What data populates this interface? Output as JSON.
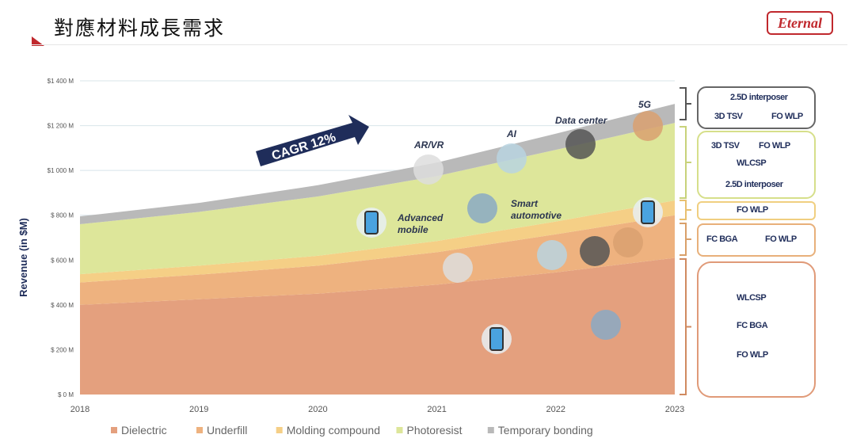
{
  "title": "對應材料成長需求",
  "logo": "Eternal",
  "chart_data": {
    "type": "area",
    "stacked": true,
    "x": [
      2018,
      2019,
      2020,
      2021,
      2022,
      2023
    ],
    "ylabel": "Revenue (in $M)",
    "ylim": [
      0,
      1400
    ],
    "yticks": [
      0,
      200,
      400,
      600,
      800,
      1000,
      1200,
      1400
    ],
    "ytick_labels": [
      "$ 0 M",
      "$ 200 M",
      "$ 400 M",
      "$ 600 M",
      "$ 800 M",
      "$1 000 M",
      "$1 200 M",
      "$1 400 M"
    ],
    "grid": true,
    "legend": "bottom",
    "series": [
      {
        "name": "Dielectric",
        "color": "#e4a07e",
        "values": [
          400,
          425,
          450,
          490,
          545,
          610
        ]
      },
      {
        "name": "Underfill",
        "color": "#eeb27f",
        "values": [
          100,
          110,
          125,
          145,
          170,
          190
        ]
      },
      {
        "name": "Molding compound",
        "color": "#f5cf86",
        "values": [
          37,
          40,
          44,
          50,
          57,
          66
        ]
      },
      {
        "name": "Photoresist",
        "color": "#dde69a",
        "values": [
          223,
          240,
          265,
          290,
          320,
          346
        ]
      },
      {
        "name": "Temporary bonding",
        "color": "#b9b9b9",
        "values": [
          35,
          40,
          50,
          60,
          72,
          85
        ]
      }
    ],
    "annotations": {
      "cagr": "CAGR 12%",
      "arvr": "AR/VR",
      "ai": "AI",
      "datacenter": "Data center",
      "fiveg": "5G",
      "mobile": "Advanced mobile",
      "automotive": "Smart automotive"
    }
  },
  "packaging": {
    "temporary_bonding": [
      "2.5D interposer",
      "3D TSV",
      "FO WLP"
    ],
    "photoresist": [
      "3D TSV",
      "FO WLP",
      "WLCSP",
      "2.5D interposer"
    ],
    "molding_compound": [
      "FO WLP"
    ],
    "underfill": [
      "FC BGA",
      "FO WLP"
    ],
    "dielectric": [
      "WLCSP",
      "FC BGA",
      "FO WLP"
    ]
  }
}
